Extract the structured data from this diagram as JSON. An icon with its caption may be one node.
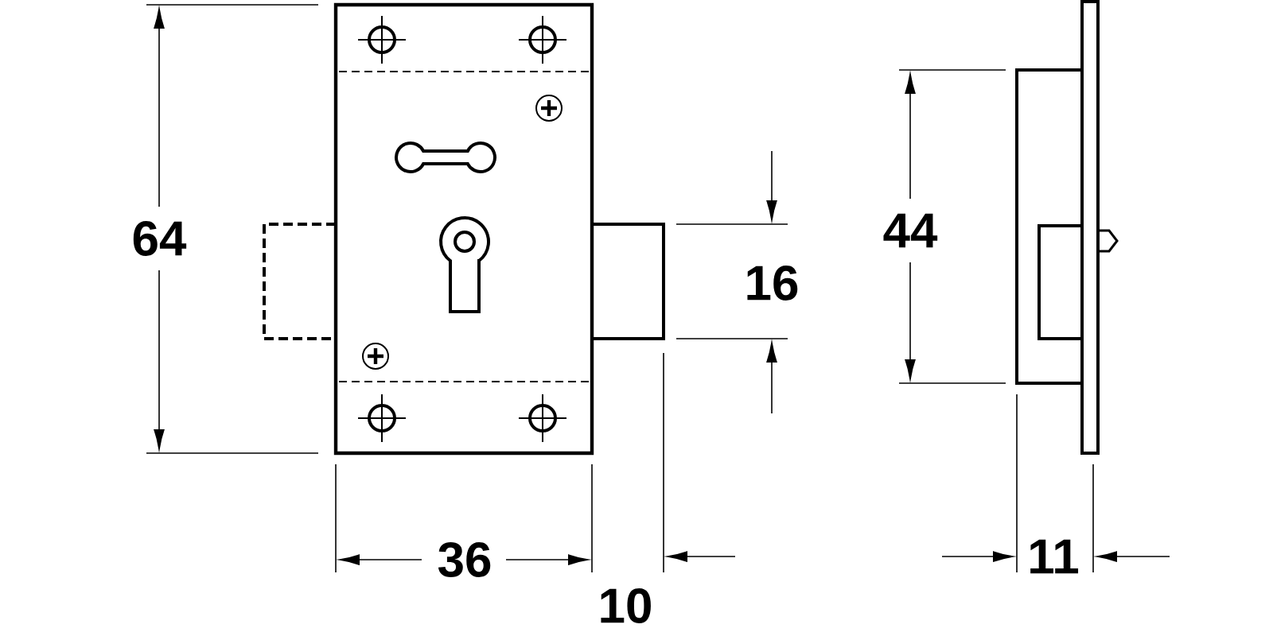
{
  "diagram": {
    "labels": [
      "64",
      "44",
      "16",
      "36",
      "11",
      "10"
    ]
  }
}
